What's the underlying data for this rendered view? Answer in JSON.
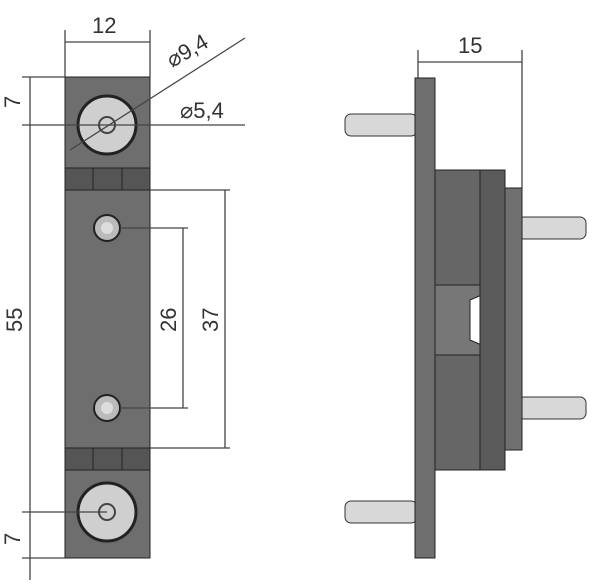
{
  "dimensions": {
    "width": "12",
    "dia_outer": "⌀9,4",
    "dia_inner": "⌀5,4",
    "top_offset": "7",
    "total_length": "55",
    "pin_spacing": "26",
    "inner_length": "37",
    "bottom_offset": "7",
    "depth": "15"
  },
  "colors": {
    "body": "#6e6e6e",
    "band": "#555555",
    "boss": "#cfcfcf",
    "line": "#444444"
  }
}
